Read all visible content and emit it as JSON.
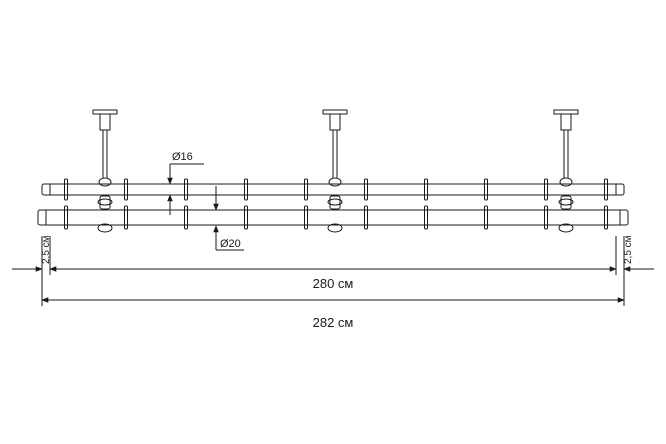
{
  "dimensions": {
    "upper_tube_diameter": "Ø16",
    "lower_tube_diameter": "Ø20",
    "inner_length": "280 см",
    "outer_length": "282 см",
    "end_cap_left": "2,5 см",
    "end_cap_right": "2,5 см"
  },
  "structure": {
    "ceiling_mounts": 3,
    "upper_rings": 10,
    "lower_rings": 10
  }
}
